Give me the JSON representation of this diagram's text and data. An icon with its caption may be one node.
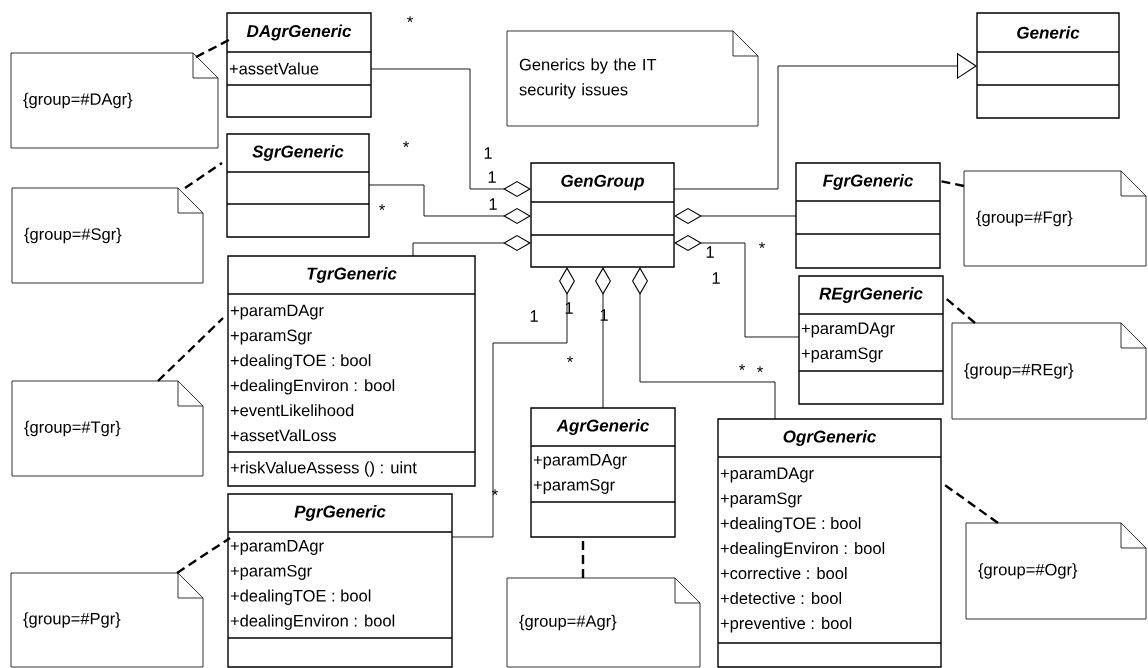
{
  "diagram": {
    "nodes": [
      {
        "text": [
          "DAgrGeneric",
          "+assetValue"
        ]
      },
      {
        "text": [
          "{group=#DAgr}"
        ]
      },
      {
        "text": [
          "Generics by the IT security issues"
        ]
      },
      {
        "text": [
          "Generic"
        ]
      },
      {
        "text": [
          "SgrGeneric"
        ]
      },
      {
        "text": [
          "{group=#Sgr}"
        ]
      },
      {
        "text": [
          "GenGroup"
        ]
      },
      {
        "text": [
          "FgrGeneric"
        ]
      },
      {
        "text": [
          "{group=#Fgr}"
        ]
      },
      {
        "text": [
          "TgrGeneric",
          "+paramDAgr",
          "+paramSgr",
          "+dealingTOE : bool",
          "+dealingEnviron : bool",
          "+eventLikelihood",
          "+assetValLoss",
          "+riskValueAssess () : uint"
        ]
      },
      {
        "text": [
          "{group=#Tgr}"
        ]
      },
      {
        "text": [
          "REgrGeneric",
          "+paramDAgr",
          "+paramSgr"
        ]
      },
      {
        "text": [
          "{group=#REgr}"
        ]
      },
      {
        "text": [
          "AgrGeneric",
          "+paramDAgr",
          "+paramSgr"
        ]
      },
      {
        "text": [
          "OgrGeneric",
          "+paramDAgr",
          "+paramSgr",
          "+dealingTOE : bool",
          "+dealingEnviron : bool",
          "+corrective : bool",
          "+detective : bool",
          "+preventive : bool"
        ]
      },
      {
        "text": [
          "{group=#Ogr}"
        ]
      },
      {
        "text": [
          "PgrGeneric",
          "+paramDAgr",
          "+paramSgr",
          "+dealingTOE : bool",
          "+dealingEnviron : bool"
        ]
      },
      {
        "text": [
          "{group=#Pgr}"
        ]
      },
      {
        "text": [
          "{group=#Agr}"
        ]
      }
    ],
    "edges": [
      {
        "from": 6,
        "to": 0,
        "arrow": "other"
      },
      {
        "from": 6,
        "to": 4,
        "arrow": "other"
      },
      {
        "from": 6,
        "to": 9,
        "arrow": "other"
      },
      {
        "from": 6,
        "to": 3,
        "arrow": "to"
      },
      {
        "from": 6,
        "to": 7,
        "arrow": "other"
      },
      {
        "from": 6,
        "to": 11,
        "arrow": "other"
      },
      {
        "from": 6,
        "to": 16,
        "arrow": "other"
      },
      {
        "from": 6,
        "to": 13,
        "arrow": "other"
      },
      {
        "from": 6,
        "to": 14,
        "arrow": "other"
      },
      {
        "from": 1,
        "to": 0,
        "arrow": "none",
        "style": "dashed"
      },
      {
        "from": 5,
        "to": 4,
        "arrow": "none",
        "style": "dashed"
      },
      {
        "from": 10,
        "to": 9,
        "arrow": "none",
        "style": "dashed"
      },
      {
        "from": 17,
        "to": 16,
        "arrow": "none",
        "style": "dashed"
      },
      {
        "from": 18,
        "to": 13,
        "arrow": "none",
        "style": "dashed"
      },
      {
        "from": 8,
        "to": 7,
        "arrow": "none",
        "style": "dashed"
      },
      {
        "from": 12,
        "to": 11,
        "arrow": "none",
        "style": "dashed"
      },
      {
        "from": 15,
        "to": 14,
        "arrow": "none",
        "style": "dashed"
      }
    ],
    "labels": [
      "*",
      "*",
      "1",
      "1",
      "1",
      "*",
      "1",
      "*",
      "1",
      "1",
      "1",
      "1",
      "*",
      "*",
      "*",
      "*"
    ]
  }
}
